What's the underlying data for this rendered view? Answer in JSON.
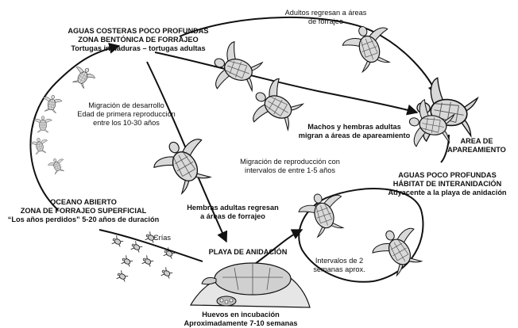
{
  "diagram": {
    "stroke_color": "#111111",
    "turtle_fill": "#d9d9d9",
    "labels": {
      "coastal": {
        "line1": "AGUAS COSTERAS POCO PROFUNDAS",
        "line2": "ZONA BENTÓNICA DE FORRAJEO",
        "line3": "Tortugas inmaduras – tortugas adultas"
      },
      "adults_return": {
        "line1": "Adultos regresan a áreas",
        "line2": "de forrajeo"
      },
      "development": {
        "line1": "Migración de desarrollo",
        "line2": "Edad de primera reproducción",
        "line3": "entre los 10-30 años"
      },
      "mating_migration": {
        "line1": "Machos y hembras adultas",
        "line2": "migran a áreas de apareamiento"
      },
      "mating_area": {
        "line1": "AREA DE",
        "line2": "APAREAMIENTO"
      },
      "repro_migration": {
        "line1": "Migración de reproducción con",
        "line2": "intervalos de entre 1-5 años"
      },
      "internesting": {
        "line1": "AGUAS POCO PROFUNDAS",
        "line2": "HÁBITAT DE INTERANIDACIÓN",
        "line3": "Adyacente a la playa de anidación"
      },
      "open_ocean": {
        "line1": "OCEANO ABIERTO",
        "line2": "ZONA DE FORRAJEO SUPERFICIAL",
        "line3": "“Los años perdidos” 5-20 años de duración"
      },
      "females_return": {
        "line1": "Hembras adultas regresan",
        "line2": "a áreas de forrajeo"
      },
      "hatchlings": "Crías",
      "nesting_beach": "PLAYA DE ANIDACIÓN",
      "intervals": {
        "line1": "Intervalos de 2",
        "line2": "semanas aprox."
      },
      "eggs": {
        "line1": "Huevos en incubación",
        "line2": "Aproximadamente 7-10 semanas"
      }
    }
  }
}
